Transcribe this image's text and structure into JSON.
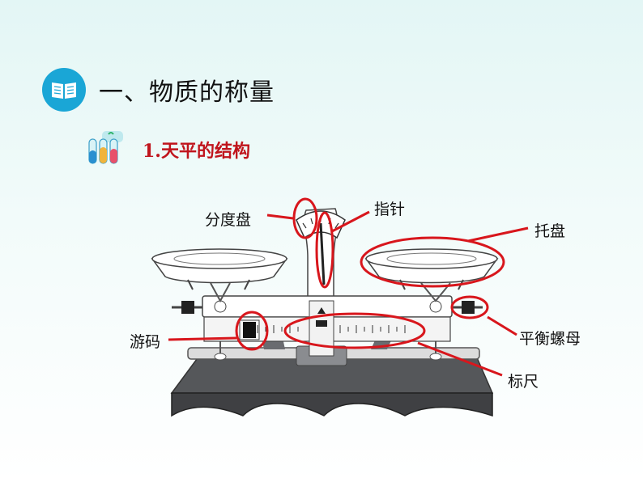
{
  "section": {
    "title": "一、物质的称量",
    "icon": "open-book-icon",
    "accent": "#1aa6d6"
  },
  "subsection": {
    "title": "1.天平的结构",
    "icon": "test-tubes-icon",
    "color": "#c0141c"
  },
  "diagram": {
    "highlight_color": "#d8161c",
    "labels": {
      "dial": "分度盘",
      "pointer": "指针",
      "pan": "托盘",
      "rider": "游码",
      "balance_nut": "平衡螺母",
      "scale": "标尺"
    }
  }
}
